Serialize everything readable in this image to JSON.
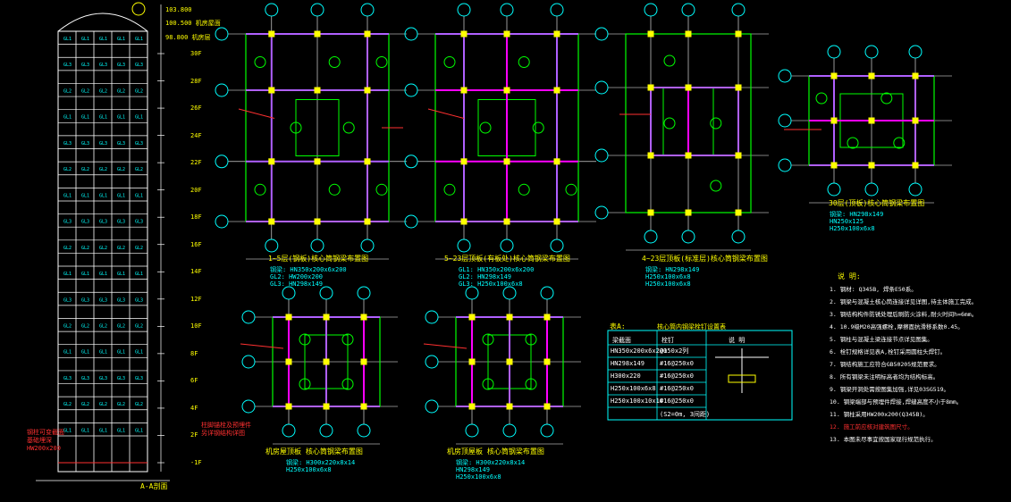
{
  "section": {
    "title": "A-A剖面",
    "floors": [
      "30F",
      "28F",
      "26F",
      "24F",
      "22F",
      "20F",
      "18F",
      "16F",
      "14F",
      "12F",
      "10F",
      "8F",
      "6F",
      "4F",
      "2F",
      "-1F"
    ],
    "left_notes": [
      "钢柱可变截面",
      "基础埋深",
      "HW200x200"
    ],
    "right_notes": [
      "柱脚锚栓及预埋件",
      "另详钢结构详图"
    ]
  },
  "plans": [
    {
      "caption": "1~5层(钢板)核心筒钢梁布置图",
      "notes": [
        "钢梁: HN350x200x6x200",
        "GL2: HW200x200",
        "GL3: HN298x149"
      ]
    },
    {
      "caption": "5~23层顶板(有板处)核心筒钢梁布置图",
      "notes": [
        "GL1: HN350x200x6x200",
        "GL2: HN298x149",
        "GL3: H250x100x6x8"
      ]
    },
    {
      "caption": "4~23层顶板(标准层)核心筒钢梁布置图",
      "notes": [
        "钢梁: HN298x149",
        "H250x100x6x8",
        "H250x100x6x8"
      ]
    },
    {
      "caption": "30层(顶板)核心筒钢梁布置图",
      "notes": [
        "钢梁: HN298x149",
        "HN250x125",
        "H250x100x6x8"
      ]
    },
    {
      "caption": "机房屋顶板 核心筒钢梁布置图",
      "notes": [
        "钢梁: H300x220x8x14",
        "H250x100x6x8"
      ]
    },
    {
      "caption": "机房顶屋板 核心筒钢梁布置图",
      "notes": [
        "钢梁: H300x220x8x14",
        "HN298x149",
        "H250x100x6x8"
      ]
    }
  ],
  "table": {
    "label": "表A:",
    "title": "核心筒内钢梁栓钉设置表",
    "headers": [
      "梁截面",
      "栓钉",
      "说 明"
    ],
    "rows": [
      [
        "HN350x200x6x200",
        "@150x2列",
        ""
      ],
      [
        "HN298x149",
        "#16@250x0",
        ""
      ],
      [
        "H300x220",
        "#16@250x0",
        ""
      ],
      [
        "H250x100x6x8",
        "#16@250x0",
        ""
      ],
      [
        "H250x100x10x16",
        "#16@250x0",
        ""
      ]
    ],
    "footer": "(S2=0m, 3间距)"
  },
  "notes": {
    "title": "说 明:",
    "items": [
      "1. 钢材: Q345B, 焊条E50系。",
      "2. 钢梁与混凝土核心筒连接详见详图,待主体施工完成。",
      "3. 钢结构构件防锈处理后刷防火涂料,耐火时间h=6mm。",
      "4. 10.9级M20高强螺栓,摩擦面抗滑移系数0.45。",
      "5. 钢柱与混凝土梁连接节点详见图集。",
      "6. 栓钉规格详见表A,栓钉采用圆柱头焊钉。",
      "7. 钢结构施工应符合GB50205规范要求。",
      "8. 所有钢梁未注明标高者均为结构标高。",
      "9. 钢梁开洞处需按图集加强,详见03SG519。",
      "10. 钢梁端部与预埋件焊接,焊缝高度不小于8mm。",
      "11. 钢柱采用HW200x200(Q345B)。",
      "12. 施工前应核对建筑图尺寸。",
      "13. 本图未尽事宜按国家现行规范执行。"
    ]
  },
  "colors": {
    "bg": "#000000",
    "yellow": "#ffff00",
    "cyan": "#00ffff",
    "green": "#00ff00",
    "magenta": "#ff00ff",
    "red": "#ff3030",
    "purple": "#b060ff"
  }
}
